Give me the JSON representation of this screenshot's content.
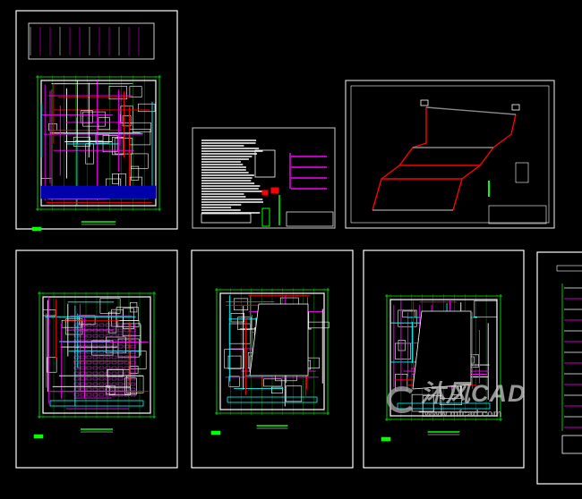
{
  "viewer": {
    "title": "CAD model space"
  },
  "sheets": [
    {
      "id": "sheet-1",
      "kind": "floor-plan",
      "colors": [
        "#00ff00",
        "#ff00ff",
        "#ff0000",
        "#00ffff",
        "#ffffff"
      ]
    },
    {
      "id": "sheet-2",
      "kind": "notes-and-riser",
      "colors": [
        "#ffffff",
        "#ff00ff",
        "#ff0000",
        "#00ff00"
      ]
    },
    {
      "id": "sheet-3",
      "kind": "isometric-system",
      "colors": [
        "#ff0000",
        "#ffffff",
        "#00ff00"
      ]
    },
    {
      "id": "sheet-4",
      "kind": "floor-plan",
      "colors": [
        "#00ff00",
        "#ff00ff",
        "#ffffff",
        "#00ffff"
      ]
    },
    {
      "id": "sheet-5",
      "kind": "floor-plan",
      "colors": [
        "#00ff00",
        "#ff00ff",
        "#ffffff",
        "#00ffff"
      ]
    },
    {
      "id": "sheet-6",
      "kind": "floor-plan",
      "colors": [
        "#00ff00",
        "#ff00ff",
        "#ffffff",
        "#00ffff"
      ]
    },
    {
      "id": "sheet-7",
      "kind": "floor-plan",
      "colors": [
        "#00ff00",
        "#ff00ff",
        "#ffffff",
        "#00ffff"
      ]
    }
  ],
  "watermark": {
    "brand": "沐风CAD",
    "url": "www.mfcad.com"
  }
}
